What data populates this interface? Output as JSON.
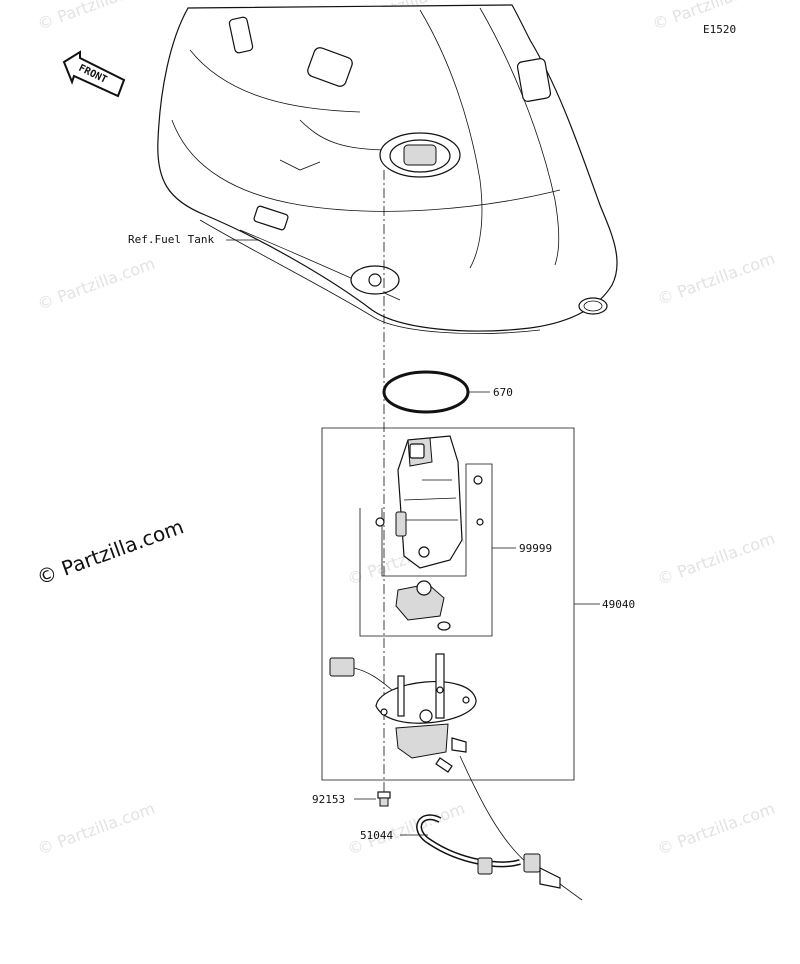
{
  "diagram_code": "E1520",
  "front_arrow_label": "FRONT",
  "copyright_label": "© Partzilla.com",
  "watermark_text": "© Partzilla.com",
  "labels": {
    "ref_fuel_tank": "Ref.Fuel Tank",
    "p670": "670",
    "p99999": "99999",
    "p49040": "49040",
    "p92153": "92153",
    "p51044": "51044"
  },
  "colors": {
    "line": "#111111",
    "watermark": "#e3e3e3"
  }
}
